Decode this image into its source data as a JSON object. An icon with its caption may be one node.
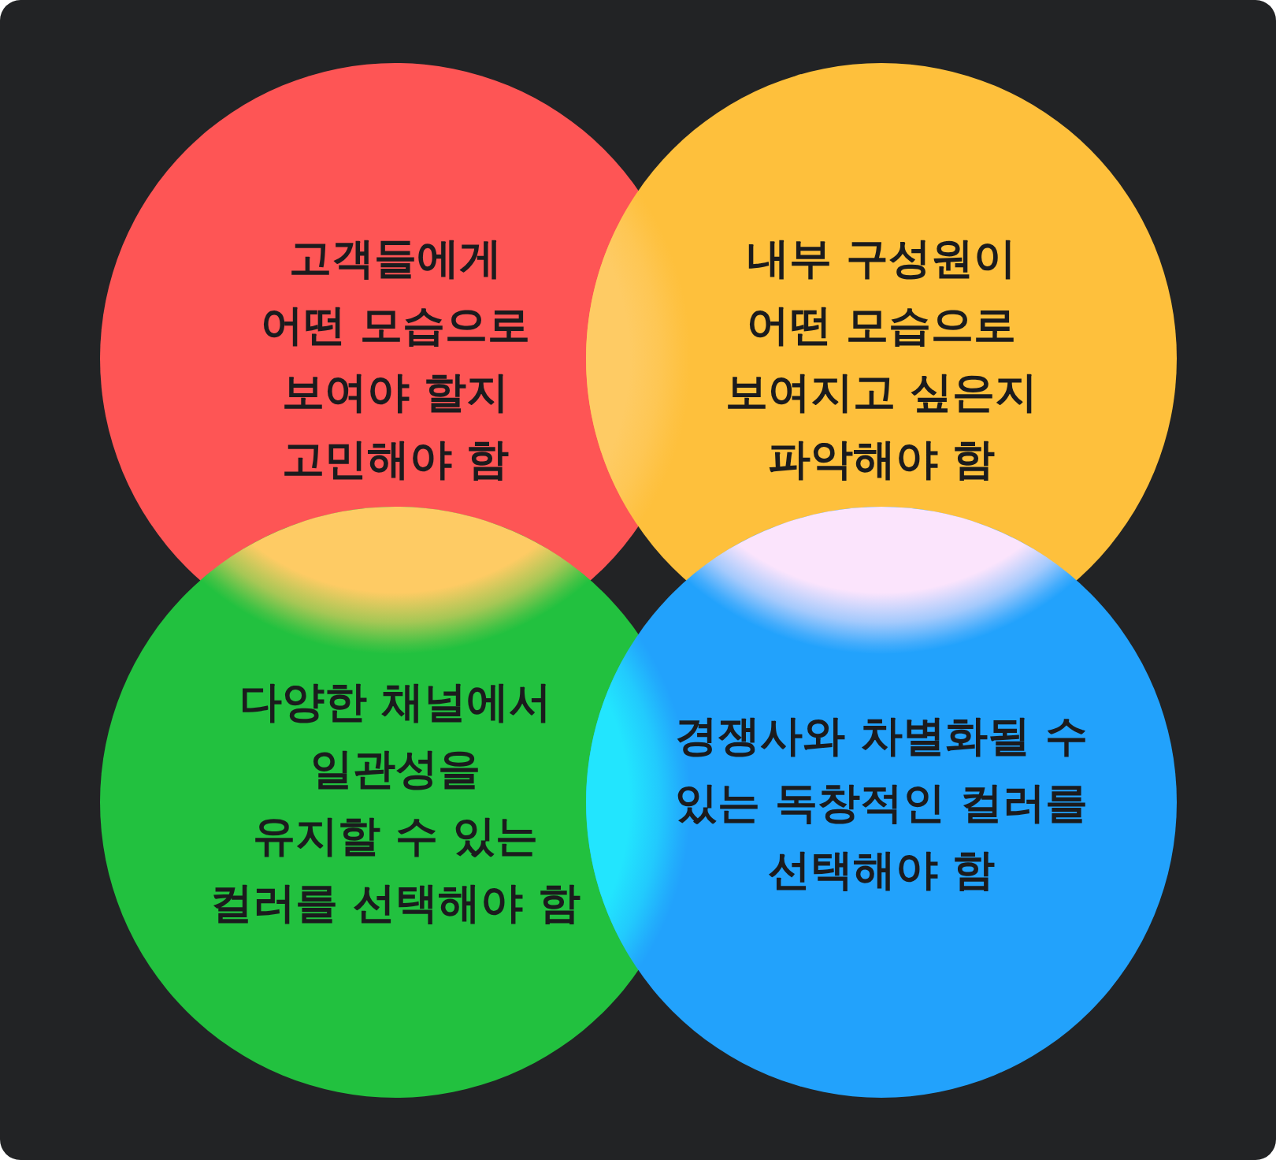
{
  "diagram": {
    "nodes": [
      {
        "text": [
          "고객들에게 어떤 모습으로 보여야 할지 고민해야 함"
        ]
      },
      {
        "text": [
          "내부 구성원이 어떤 모습으로 보여지고 싶은지 파악해야 함"
        ]
      },
      {
        "text": [
          "다양한 채널에서 일관성을 유지할 수 있는 컬러를 선택해야 함"
        ]
      },
      {
        "text": [
          "경쟁사와 차별화될 수 있는 독창적인 컬러를 선택해야 함"
        ]
      }
    ]
  }
}
